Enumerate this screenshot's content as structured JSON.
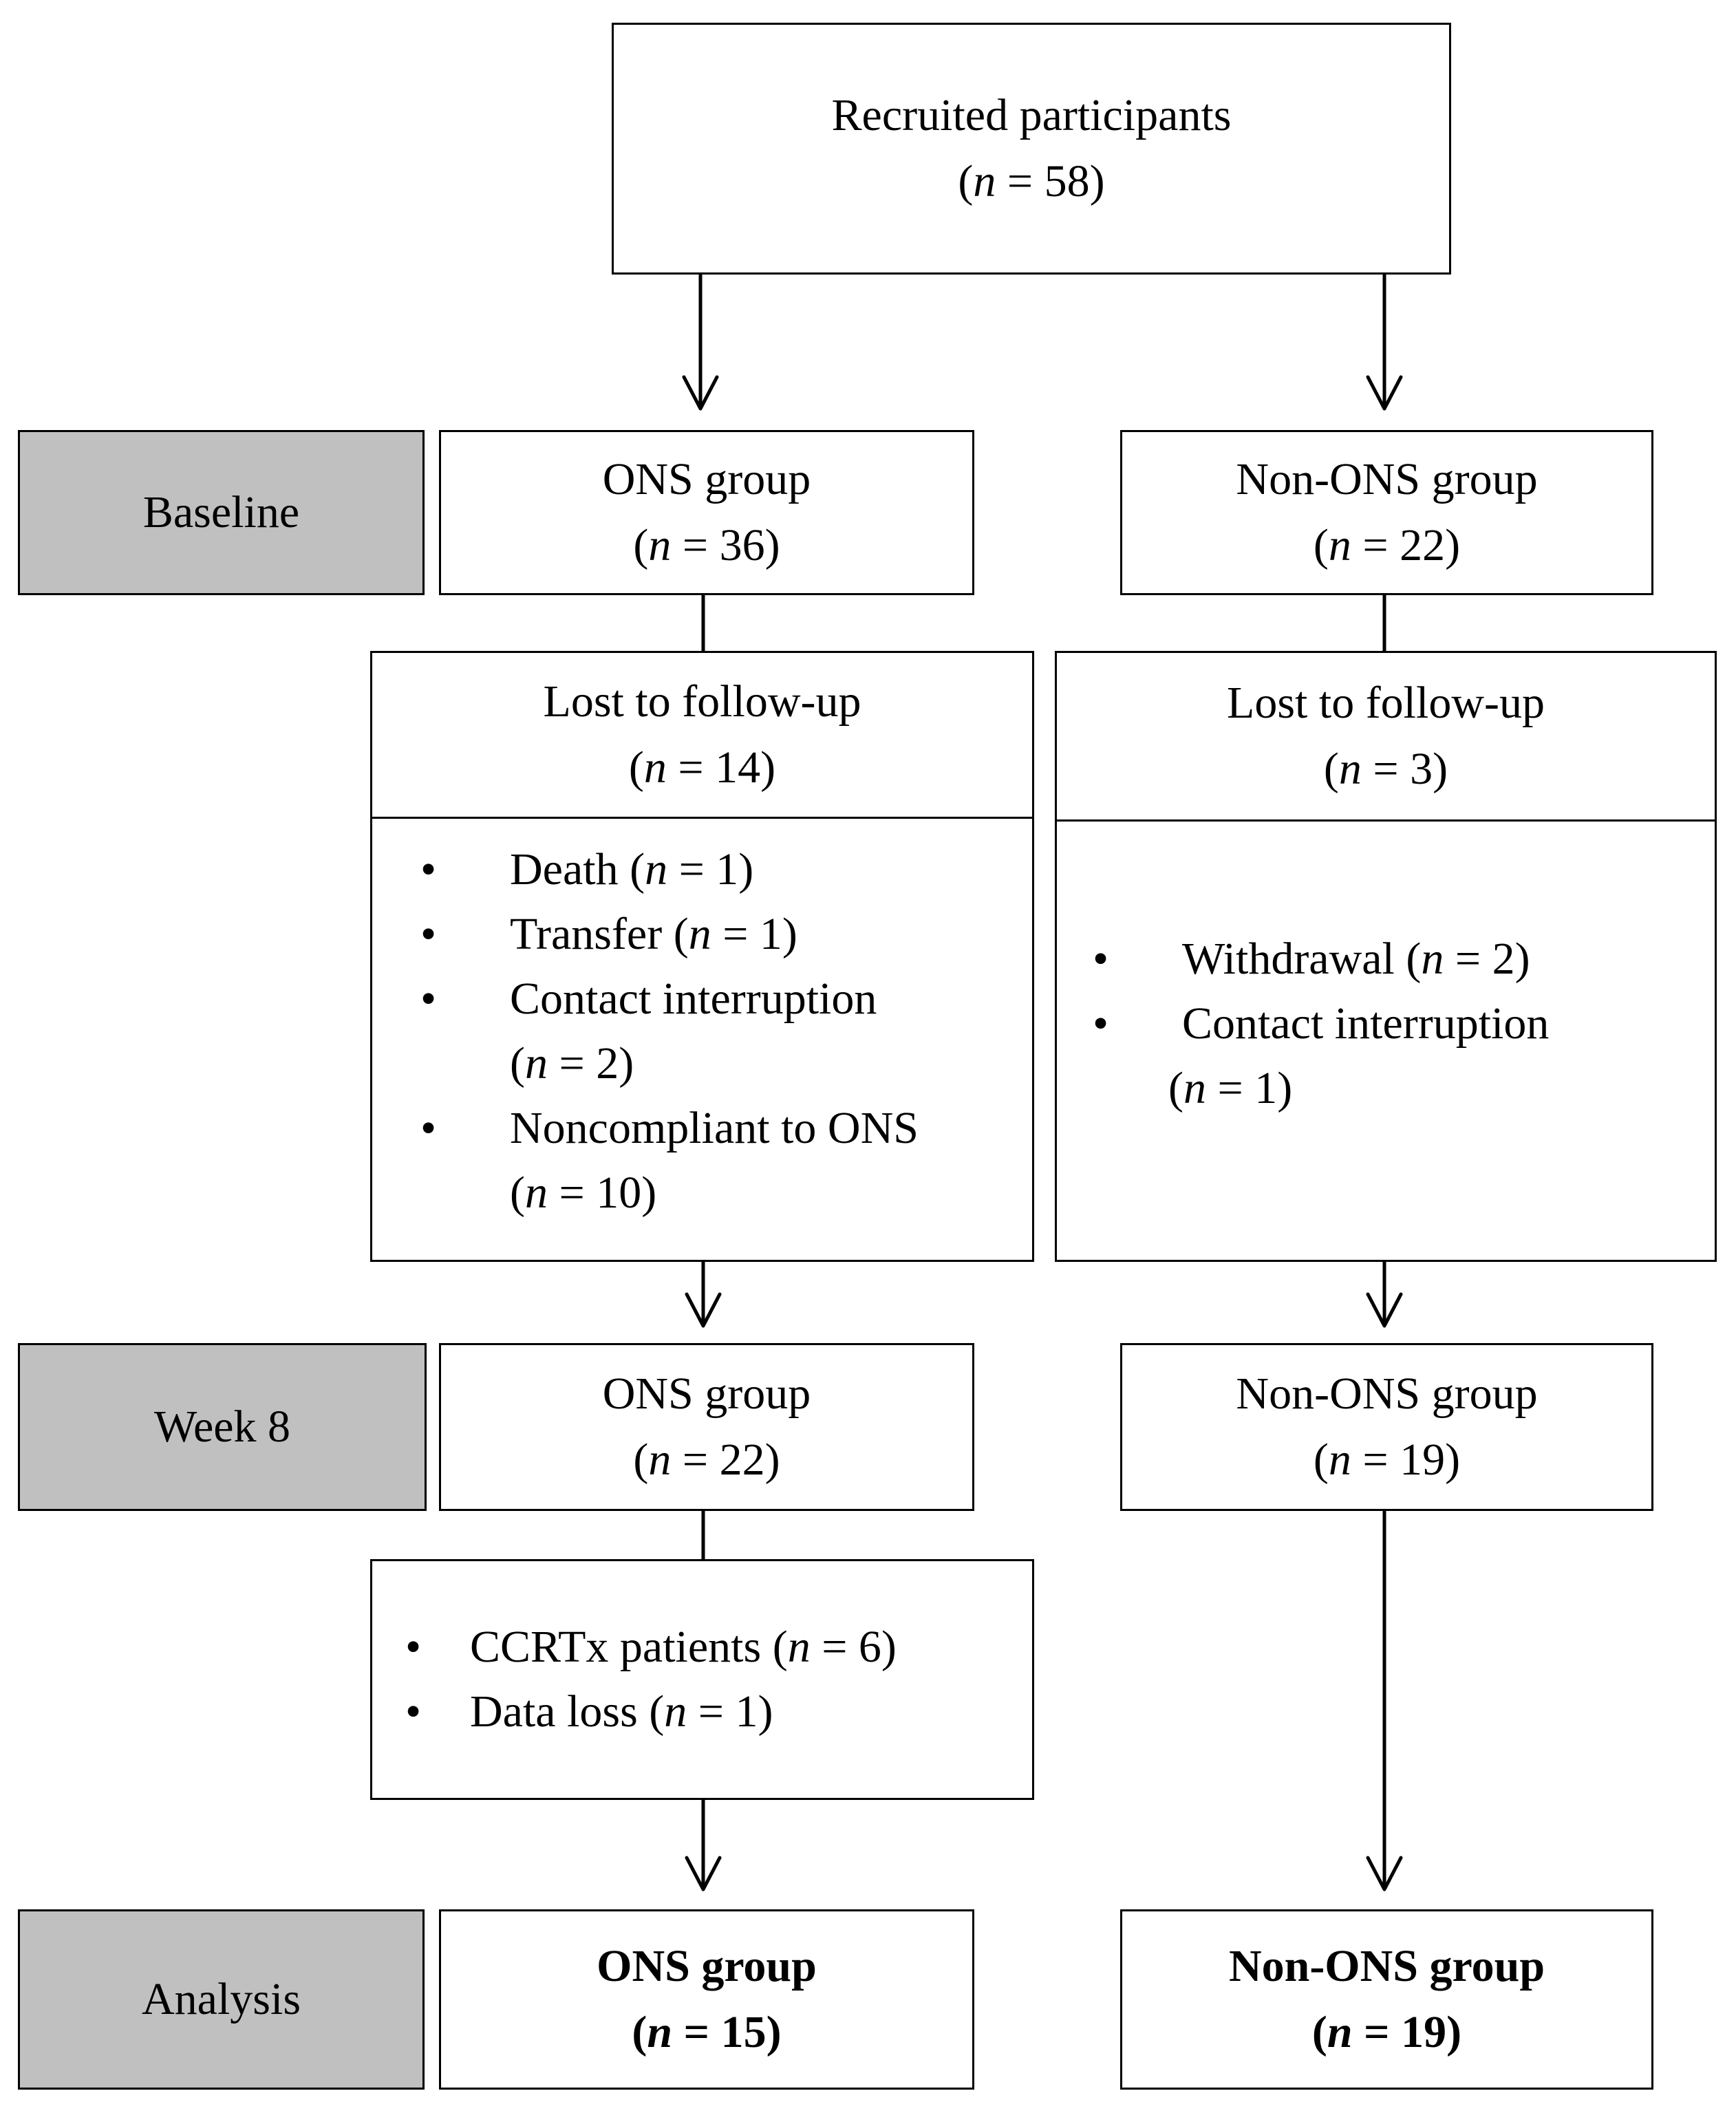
{
  "recruited": {
    "label": "Recruited participants",
    "n_prefix": "n",
    "n_text": " = 58"
  },
  "stages": {
    "baseline": "Baseline",
    "week8": "Week 8",
    "analysis": "Analysis"
  },
  "baseline": {
    "ons": {
      "label": "ONS group",
      "n_prefix": "n",
      "n_text": " = 36"
    },
    "non_ons": {
      "label": "Non-ONS group",
      "n_prefix": "n",
      "n_text": " = 22"
    }
  },
  "lost": {
    "ons": {
      "label": "Lost to follow-up",
      "n_prefix": "n",
      "n_text": " = 14",
      "reasons": [
        {
          "text": "Death (",
          "n": "n",
          "rest": " = 1)"
        },
        {
          "text": "Transfer (",
          "n": "n",
          "rest": " = 1)"
        },
        {
          "text": "Contact interruption",
          "n": "",
          "rest": ""
        },
        {
          "text": "(",
          "n": "n",
          "rest": " = 2)"
        },
        {
          "text": "Noncompliant to ONS",
          "n": "",
          "rest": ""
        },
        {
          "text": "(",
          "n": "n",
          "rest": " = 10)"
        }
      ]
    },
    "non_ons": {
      "label": "Lost to follow-up",
      "n_prefix": "n",
      "n_text": " = 3",
      "reasons": [
        {
          "text": "Withdrawal (",
          "n": "n",
          "rest": " = 2)"
        },
        {
          "text": "Contact interruption",
          "n": "",
          "rest": ""
        },
        {
          "text": "(",
          "n": "n",
          "rest": " = 1)"
        }
      ]
    }
  },
  "week8": {
    "ons": {
      "label": "ONS group",
      "n_prefix": "n",
      "n_text": " = 22"
    },
    "non_ons": {
      "label": "Non-ONS group",
      "n_prefix": "n",
      "n_text": " = 19"
    },
    "excluded": [
      {
        "text": "CCRTx patients (",
        "n": "n",
        "rest": " = 6)"
      },
      {
        "text": "Data loss (",
        "n": "n",
        "rest": " = 1)"
      }
    ]
  },
  "analysis": {
    "ons": {
      "label": "ONS group",
      "n_prefix": "n",
      "n_text": " = 15"
    },
    "non_ons": {
      "label": "Non-ONS group",
      "n_prefix": "n",
      "n_text": " = 19"
    }
  },
  "bullet_symbol": "•"
}
